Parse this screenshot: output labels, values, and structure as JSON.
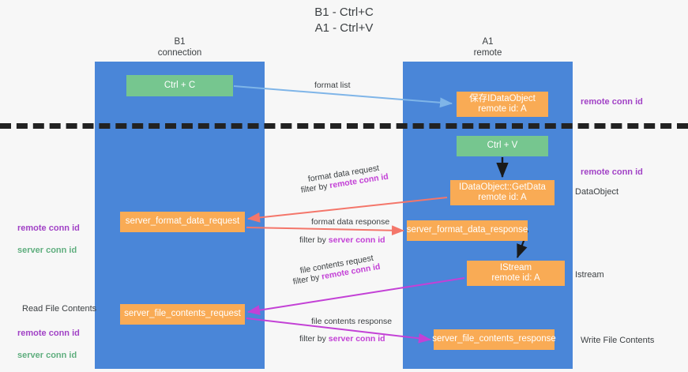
{
  "title": "B1 - Ctrl+C\nA1 - Ctrl+V",
  "lanes": [
    {
      "name": "b1",
      "header": "B1\nconnection",
      "color": "#4a86d8"
    },
    {
      "name": "a1",
      "header": "A1\nremote",
      "color": "#4a86d8"
    }
  ],
  "colors": {
    "lane": "#4a86d8",
    "green_node": "#76c68f",
    "orange_node": "#f9ab55",
    "purple_text": "#a142c6",
    "green_text": "#5fae7e",
    "edge_blue": "#7fb5e8",
    "edge_red": "#f4766a",
    "edge_magenta": "#c341d6",
    "edge_black": "#1a1a1a",
    "divider": "#222222",
    "background": "#f7f7f7"
  },
  "nodes": {
    "ctrl_c": "Ctrl + C",
    "data_object": "保存IDataObject\nremote id: A",
    "ctrl_v": "Ctrl + V",
    "get_data": "IDataObject::GetData\nremote id: A",
    "format_data_request": "server_format_data_request",
    "format_data_response": "server_format_data_response",
    "istream": "IStream\nremote id: A",
    "file_contents_request": "server_file_contents_request",
    "file_contents_response": "server_file_contents_response"
  },
  "edges": {
    "format_list": "format list",
    "format_data_request_line1": "format data request",
    "format_data_request_prefix": "filter by ",
    "format_data_request_filter": "remote conn id",
    "format_data_response_line1": "format data response",
    "format_data_response_prefix": "filter by ",
    "format_data_response_filter": "server conn id",
    "file_contents_request_line1": "file contents request",
    "file_contents_request_prefix": "filter by ",
    "file_contents_request_filter": "remote conn id",
    "file_contents_response_line1": "file contents response",
    "file_contents_response_prefix": "filter by ",
    "file_contents_response_filter": "server conn id"
  },
  "annotations": {
    "remote_conn_id_top": "remote conn id",
    "remote_conn_id_mid": "remote conn id",
    "data_object_label": "DataObject",
    "istream_label": "Istream",
    "write_file_contents": "Write File Contents",
    "read_file_contents": "Read File Contents",
    "left_ids_remote": "remote conn id",
    "left_ids_server": "server conn id",
    "left_ids2_remote": "remote conn id",
    "left_ids2_server": "server conn id"
  }
}
